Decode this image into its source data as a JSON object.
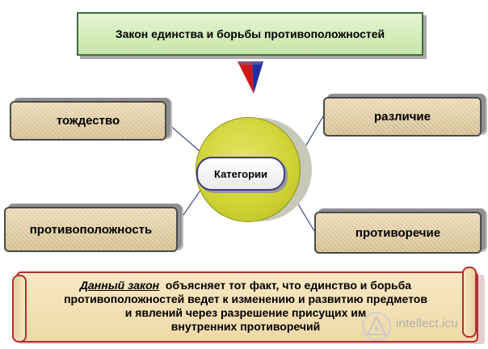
{
  "title": "Закон единства и борьбы противоположностей",
  "center": {
    "label": "Категории"
  },
  "categories": [
    {
      "label": "тождество"
    },
    {
      "label": "различие"
    },
    {
      "label": "противоположность"
    },
    {
      "label": "противоречие"
    }
  ],
  "scroll": {
    "lead": "Данный закон",
    "lines": [
      "объясняет тот факт, что единство и борьба",
      "противоположностей  ведет к изменению и развитию предметов",
      "и явлений через разрешение присущих им",
      "внутренних противоречий"
    ]
  },
  "watermark": {
    "text": "intellect.icu"
  },
  "colors": {
    "title_fill": "#d6eec0",
    "category_fill": "#e6d3a8",
    "disk_fill": "#cfd436",
    "scroll_border": "#b03030",
    "pointer_red": "#d01818",
    "pointer_blue": "#2030a0"
  }
}
